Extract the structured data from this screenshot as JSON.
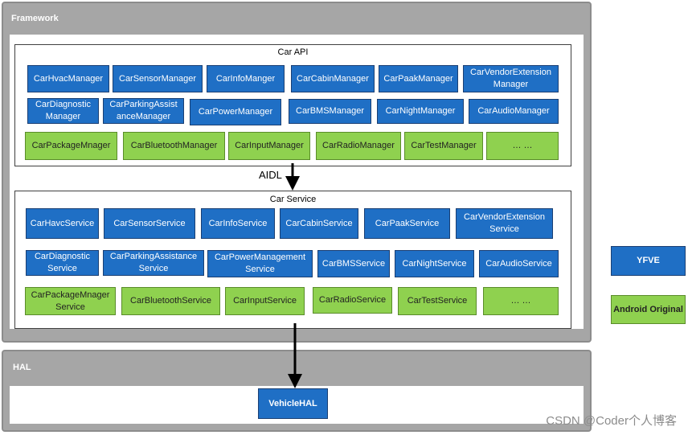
{
  "framework": {
    "title": "Framework",
    "car_api": {
      "title": "Car API",
      "rows": [
        [
          {
            "label": "CarHvacManager",
            "color": "blue"
          },
          {
            "label": "CarSensorManager",
            "color": "blue"
          },
          {
            "label": "CarInfoManger",
            "color": "blue"
          },
          {
            "label": "CarCabinManager",
            "color": "blue"
          },
          {
            "label": "CarPaakManager",
            "color": "blue"
          },
          {
            "label": "CarVendorExtension Manager",
            "color": "blue"
          }
        ],
        [
          {
            "label": "CarDiagnostic Manager",
            "color": "blue"
          },
          {
            "label": "CarParkingAssist anceManager",
            "color": "blue"
          },
          {
            "label": "CarPowerManager",
            "color": "blue"
          },
          {
            "label": "CarBMSManager",
            "color": "blue"
          },
          {
            "label": "CarNightManager",
            "color": "blue"
          },
          {
            "label": "CarAudioManager",
            "color": "blue"
          }
        ],
        [
          {
            "label": "CarPackageMnager",
            "color": "green"
          },
          {
            "label": "CarBluetoothManager",
            "color": "green"
          },
          {
            "label": "CarInputManager",
            "color": "green"
          },
          {
            "label": "CarRadioManager",
            "color": "green"
          },
          {
            "label": "CarTestManager",
            "color": "green"
          },
          {
            "label": "… …",
            "color": "green"
          }
        ]
      ]
    },
    "aidl_label": "AIDL",
    "car_service": {
      "title": "Car Service",
      "rows": [
        [
          {
            "label": "CarHavcService",
            "color": "blue"
          },
          {
            "label": "CarSensorService",
            "color": "blue"
          },
          {
            "label": "CarInfoService",
            "color": "blue"
          },
          {
            "label": "CarCabinService",
            "color": "blue"
          },
          {
            "label": "CarPaakService",
            "color": "blue"
          },
          {
            "label": "CarVendorExtension Service",
            "color": "blue"
          }
        ],
        [
          {
            "label": "CarDiagnostic Service",
            "color": "blue"
          },
          {
            "label": "CarParkingAssistance Service",
            "color": "blue"
          },
          {
            "label": "CarPowerManagement Service",
            "color": "blue"
          },
          {
            "label": "CarBMSService",
            "color": "blue"
          },
          {
            "label": "CarNightService",
            "color": "blue"
          },
          {
            "label": "CarAudioService",
            "color": "blue"
          }
        ],
        [
          {
            "label": "CarPackageMnager Service",
            "color": "green"
          },
          {
            "label": "CarBluetoothService",
            "color": "green"
          },
          {
            "label": "CarInputService",
            "color": "green"
          },
          {
            "label": "CarRadioService",
            "color": "green"
          },
          {
            "label": "CarTestService",
            "color": "green"
          },
          {
            "label": "… …",
            "color": "green"
          }
        ]
      ]
    }
  },
  "hal": {
    "title": "HAL",
    "vehicle_hal": "VehicleHAL"
  },
  "legend": {
    "yfve": "YFVE",
    "android_original": "Android Original"
  },
  "watermark": "CSDN @Coder个人博客",
  "colors": {
    "blue": "#1f6fc5",
    "green": "#8fd14f",
    "panel": "#a6a6a6"
  }
}
